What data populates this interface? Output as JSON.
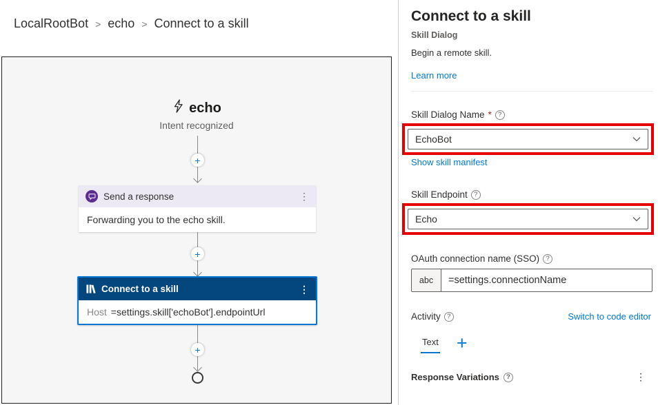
{
  "breadcrumb": {
    "separator": ">",
    "items": [
      {
        "label": "LocalRootBot"
      },
      {
        "label": "echo"
      },
      {
        "label": "Connect to a skill"
      }
    ]
  },
  "glyphs": {
    "plus": "+",
    "ellipsis": "⋮",
    "help": "?",
    "required_asterisk": "*"
  },
  "canvas": {
    "trigger": {
      "icon": "lightning-bolt-icon",
      "title": "echo",
      "subtitle": "Intent recognized"
    },
    "send_response": {
      "icon": "message-bubble-icon",
      "title": "Send a response",
      "body": "Forwarding you to the echo skill."
    },
    "connect_skill": {
      "icon": "library-icon",
      "title": "Connect to a skill",
      "host_label": "Host",
      "host_value": "=settings.skill['echoBot'].endpointUrl"
    }
  },
  "panel": {
    "title": "Connect to a skill",
    "subtitle": "Skill Dialog",
    "description": "Begin a remote skill.",
    "learn_more_label": "Learn more",
    "skill_dialog_name": {
      "label": "Skill Dialog Name",
      "value": "EchoBot",
      "manifest_link_label": "Show skill manifest"
    },
    "skill_endpoint": {
      "label": "Skill Endpoint",
      "value": "Echo"
    },
    "oauth": {
      "label": "OAuth connection name (SSO)",
      "prefix": "abc",
      "value": "=settings.connectionName"
    },
    "activity": {
      "label": "Activity",
      "code_editor_link_label": "Switch to code editor",
      "tab_label": "Text"
    },
    "response_variations": {
      "label": "Response Variations"
    }
  },
  "colors": {
    "accent": "#0078D4",
    "highlight_red": "#E50000",
    "skill_node_header": "#04477E",
    "response_node_icon": "#5C2D91",
    "canvas_background": "#F6F6F6"
  }
}
